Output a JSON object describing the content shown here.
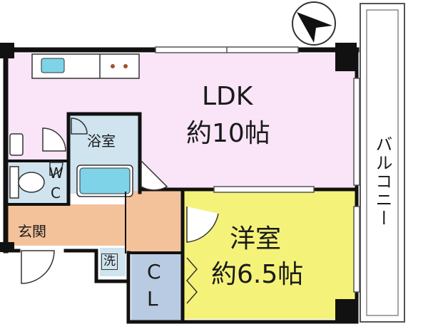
{
  "rooms": {
    "ldk": {
      "name": "LDK",
      "size": "約10帖"
    },
    "western": {
      "name": "洋室",
      "size": "約6.5帖"
    },
    "bath": {
      "name": "浴室"
    },
    "wc": {
      "line1": "W",
      "line2": "C"
    },
    "entrance": {
      "name": "玄関"
    },
    "closet": {
      "line1": "C",
      "line2": "L"
    },
    "laundry": {
      "name": "洗"
    },
    "balcony": {
      "name": "バルコニー"
    }
  },
  "colors": {
    "ldk": "#f9e5f7",
    "western": "#f5f27a",
    "wet_area": "#cfe4ef",
    "entrance": "#f3c29b",
    "closet": "#b9cbe2",
    "fixture": "#7fd3e8",
    "wall": "#111111"
  },
  "icons": {
    "compass": "north-arrow-icon"
  }
}
